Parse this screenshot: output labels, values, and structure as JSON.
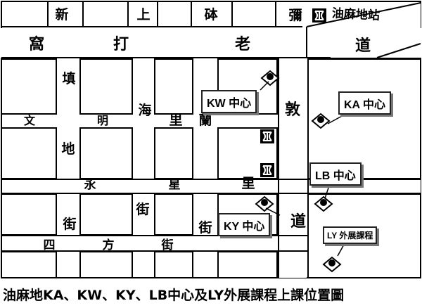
{
  "roads": {
    "shanghai_street_parts": [
      "新",
      "上",
      "砵",
      "彌"
    ],
    "waterloo_road": [
      "窩",
      "打",
      "老",
      "道"
    ],
    "tin_chi": "填",
    "man_ming": [
      "文",
      "明"
    ],
    "hoi_lei": [
      "海",
      "里"
    ],
    "lan_lei": [
      "蘭",
      "里"
    ],
    "tun": "敦",
    "tei": "地",
    "wing_sing": [
      "永",
      "星"
    ],
    "kai_left": "街",
    "kai_mid": "街",
    "kai_lower": "街",
    "kai_bottom": "街",
    "tou_bottom": "道",
    "sei_fong": [
      "四",
      "方"
    ]
  },
  "station": {
    "name": "油麻地站",
    "icon": "mtr-logo-icon"
  },
  "centres": {
    "kw": "KW 中心",
    "ka": "KA 中心",
    "lb": "LB 中心",
    "ky": "KY 中心",
    "ly": "LY 外展課程"
  },
  "caption": "油麻地KA、KW、KY、LB中心及LY外展課程上課位置圖",
  "colors": {
    "line": "#000000",
    "background": "#ffffff",
    "shadow": "#777777"
  }
}
